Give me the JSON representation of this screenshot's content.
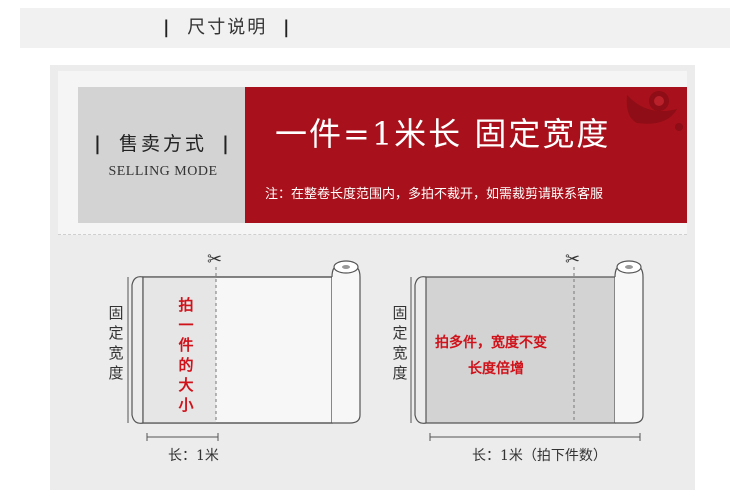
{
  "header": {
    "title": "尺寸说明",
    "bar_left": "|",
    "bar_right": "|"
  },
  "selling_mode": {
    "label_cn": "售卖方式",
    "label_en": "SELLING MODE",
    "bar_left": "|",
    "bar_right": "|"
  },
  "banner": {
    "main": "一件=1米长   固定宽度",
    "note": "注：在整卷长度范围内，多拍不裁开，如需裁剪请联系客服",
    "bg_color": "#a8111b"
  },
  "diagram_left": {
    "side_label": [
      "固",
      "定",
      "宽",
      "度"
    ],
    "inner_text": [
      "拍",
      "一",
      "件",
      "的",
      "大",
      "小"
    ],
    "length_label": "长：1米"
  },
  "diagram_right": {
    "side_label": [
      "固",
      "定",
      "宽",
      "度"
    ],
    "inner_line1": "拍多件，宽度不变",
    "inner_line2": "长度倍增",
    "length_label": "长：1米（拍下件数）"
  },
  "icons": {
    "scissors": "✂"
  },
  "colors": {
    "accent_red": "#d0121b"
  }
}
